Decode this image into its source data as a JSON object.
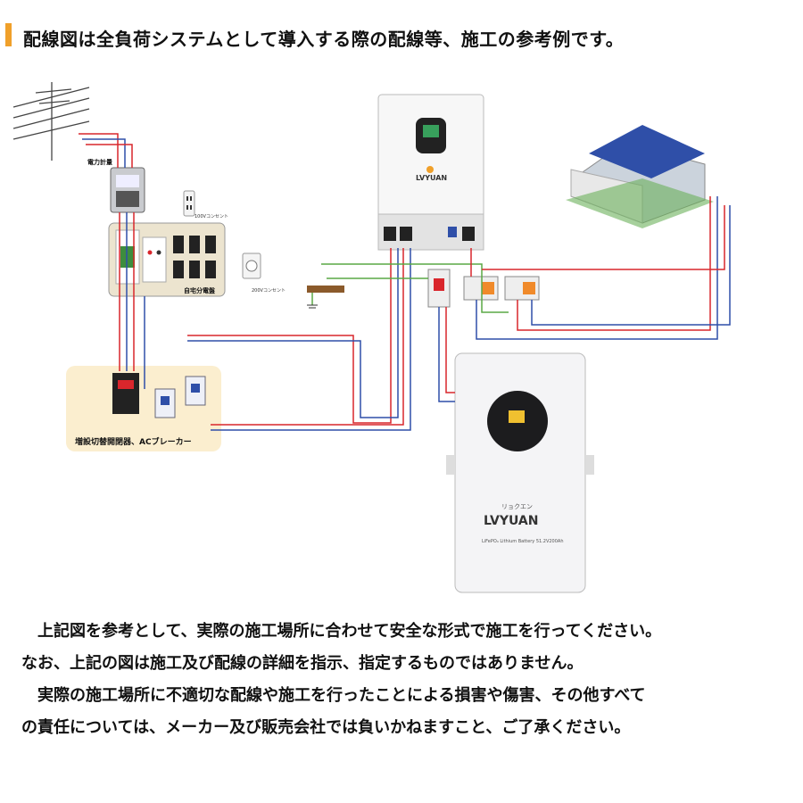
{
  "header": {
    "title": "配線図は全負荷システムとして導入する際の配線等、施工の参考例です。"
  },
  "diagram": {
    "meter_label": "電力計量",
    "outlet_100v_label": "100Vコンセント",
    "outlet_200v_label": "200Vコンセント",
    "panel_label": "自宅分電盤",
    "breaker_area_label": "増設切替開閉器、ACブレーカー",
    "inverter_brand": "LVYUAN",
    "battery_brand": "LVYUAN",
    "battery_kana": "リョクエン",
    "battery_spec": "LiFePO₄ Lithium Battery 51.2V200Ah"
  },
  "body": {
    "line1": "　上記図を参考として、実際の施工場所に合わせて安全な形式で施工を行ってください。",
    "line2": "なお、上記の図は施工及び配線の詳細を指示、指定するものではありません。",
    "line3": "　実際の施工場所に不適切な配線や施工を行ったことによる損害や傷害、その他すべて",
    "line4": "の責任については、メーカー及び販売会社では負いかねますこと、ご了承ください。"
  },
  "colors": {
    "accent": "#f0a02a",
    "wire_red": "#d9262c",
    "wire_blue": "#2f4fa8",
    "wire_green": "#5aa845",
    "breaker_area_bg": "#fbeecf"
  }
}
